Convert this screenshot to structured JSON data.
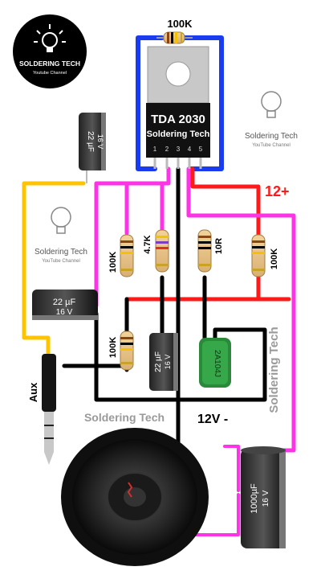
{
  "ic": {
    "name": "TDA 2030",
    "brand": "Soldering Tech",
    "pins": [
      "1",
      "2",
      "3",
      "4",
      "5"
    ]
  },
  "resistors": {
    "top": "100K",
    "r_left": "100K",
    "r_47k": "4.7K",
    "r_10r": "10R",
    "r_right": "100K",
    "r_lower": "100K"
  },
  "capacitors": {
    "c1": {
      "value": "22 µF",
      "volt": "16 V",
      "extra": "22"
    },
    "c2": {
      "value": "22 µF",
      "volt": "16 V",
      "extra": "22"
    },
    "c3": {
      "value": "22 µF",
      "volt": "16 V",
      "extra": "22"
    },
    "film": "2A104J",
    "big": {
      "value": "1000µF",
      "volt": "16 V",
      "extra": "1000µF",
      "short": "16 V"
    }
  },
  "labels": {
    "pos": "12+",
    "neg": "12V -",
    "aux": "Aux",
    "watermark_center": "Soldering Tech",
    "watermark_vertical": "Soldering Tech"
  },
  "logos": {
    "main": {
      "title": "SOLDERING TECH",
      "sub": "Youtube Channel"
    },
    "right": {
      "title": "Soldering Tech",
      "sub": "YouTube Channel"
    },
    "left": {
      "title": "Soldering Tech",
      "sub": "YouTube Channel"
    }
  },
  "colors": {
    "blue": "#1a3cf0",
    "red": "#ff1a1a",
    "magenta": "#ff33e6",
    "yellow": "#ffc400",
    "black": "#000000",
    "ic_body": "#111111",
    "heatsink": "#c8c8c8"
  }
}
